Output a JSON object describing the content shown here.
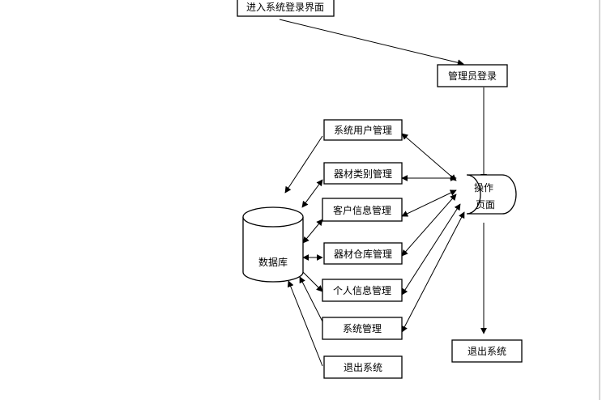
{
  "nodes": {
    "enter_login": "进入系统登录界面",
    "admin_login": "管理员登录",
    "op_page_line1": "操作",
    "op_page_line2": "页面",
    "exit_right": "退出系统",
    "user_mgmt": "系统用户管理",
    "equip_category": "器材类别管理",
    "customer_info": "客户信息管理",
    "database": "数据库",
    "equip_warehouse": "器材仓库管理",
    "personal_info": "个人信息管理",
    "sys_mgmt": "系统管理",
    "exit_left": "退出系统"
  }
}
